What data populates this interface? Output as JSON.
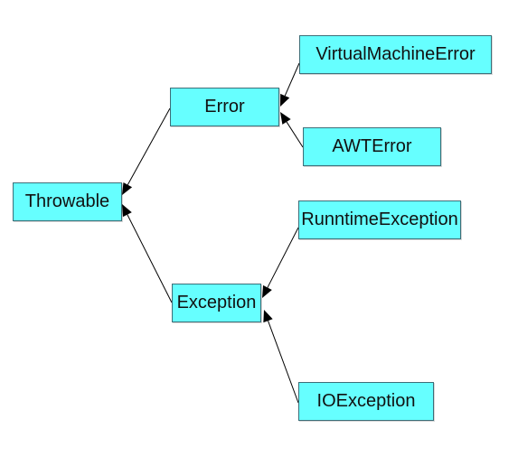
{
  "diagram": {
    "nodes": [
      {
        "id": "throwable",
        "label": "Throwable"
      },
      {
        "id": "error",
        "label": "Error"
      },
      {
        "id": "exception",
        "label": "Exception"
      },
      {
        "id": "vme",
        "label": "VirtualMachineError"
      },
      {
        "id": "awterror",
        "label": "AWTError"
      },
      {
        "id": "runtime",
        "label": "RunntimeException"
      },
      {
        "id": "ioexception",
        "label": "IOException"
      }
    ],
    "edges": [
      {
        "from": "error",
        "to": "throwable"
      },
      {
        "from": "exception",
        "to": "throwable"
      },
      {
        "from": "vme",
        "to": "error"
      },
      {
        "from": "awterror",
        "to": "error"
      },
      {
        "from": "runtime",
        "to": "exception"
      },
      {
        "from": "ioexception",
        "to": "exception"
      }
    ],
    "colors": {
      "node_fill": "#66ffff",
      "node_border": "#3c6e78",
      "edge": "#000000"
    }
  }
}
